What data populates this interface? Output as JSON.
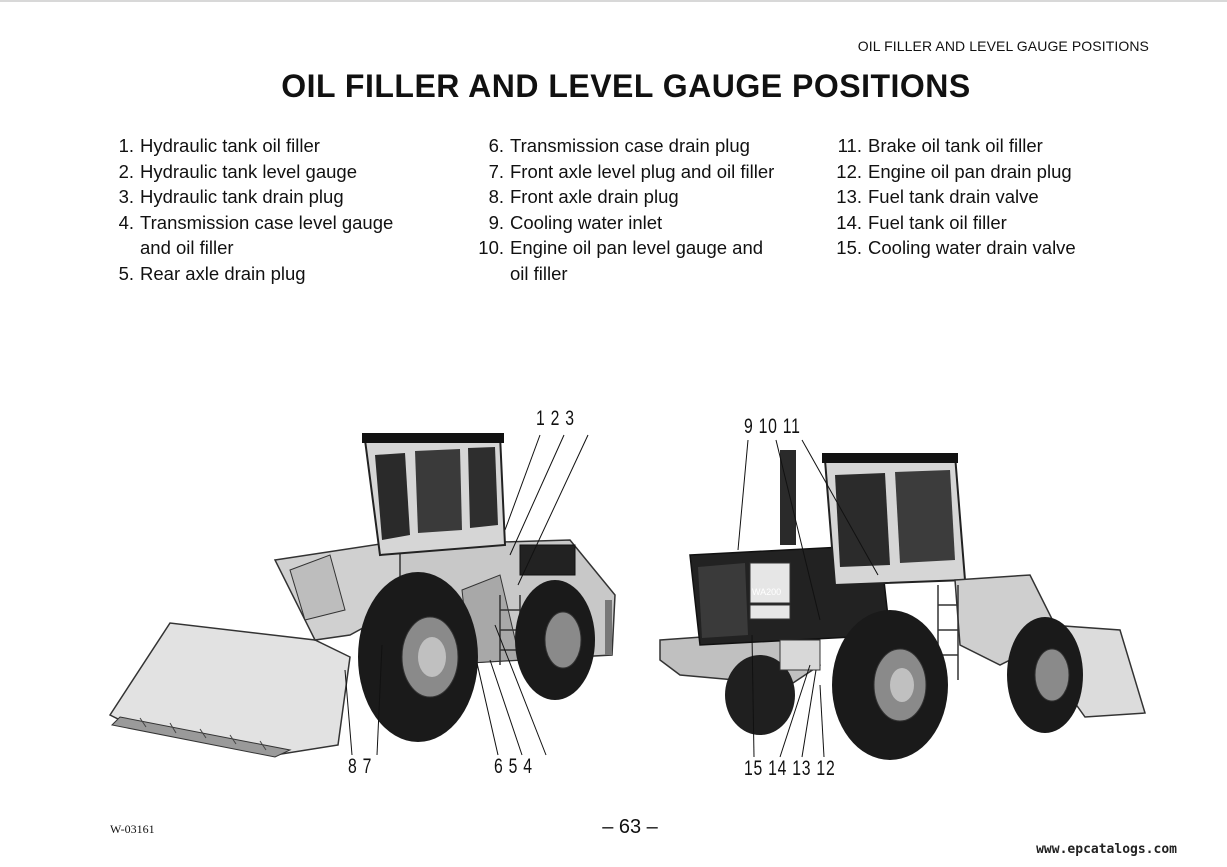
{
  "header": {
    "running_title": "OIL FILLER AND LEVEL GAUGE POSITIONS"
  },
  "title": "OIL FILLER AND LEVEL GAUGE POSITIONS",
  "legend": {
    "col1": [
      {
        "num": "1.",
        "text": "Hydraulic tank oil filler"
      },
      {
        "num": "2.",
        "text": "Hydraulic tank level gauge"
      },
      {
        "num": "3.",
        "text": "Hydraulic tank drain plug"
      },
      {
        "num": "4.",
        "text": "Transmission case level gauge"
      },
      {
        "num": "",
        "text": "and oil filler"
      },
      {
        "num": "5.",
        "text": "Rear axle drain plug"
      }
    ],
    "col2": [
      {
        "num": "6.",
        "text": "Transmission case drain plug"
      },
      {
        "num": "7.",
        "text": "Front axle level plug and oil filler"
      },
      {
        "num": "8.",
        "text": "Front axle drain plug"
      },
      {
        "num": "9.",
        "text": "Cooling water inlet"
      },
      {
        "num": "10.",
        "text": "Engine oil pan level gauge and"
      },
      {
        "num": "",
        "text": "oil filler"
      }
    ],
    "col3": [
      {
        "num": "11.",
        "text": "Brake oil tank oil filler"
      },
      {
        "num": "12.",
        "text": "Engine oil pan drain plug"
      },
      {
        "num": "13.",
        "text": "Fuel tank drain valve"
      },
      {
        "num": "14.",
        "text": "Fuel tank oil filler"
      },
      {
        "num": "15.",
        "text": "Cooling water drain valve"
      }
    ]
  },
  "figure": {
    "left_top_callouts": "1 2 3",
    "left_bottom_callouts_a": "8 7",
    "left_bottom_callouts_b": "6 5 4",
    "right_top_callouts": "9 10 11",
    "right_bottom_callouts": "15 14 13 12",
    "machine_model_badge": "WA200"
  },
  "footer": {
    "doc_code": "W-03161",
    "page_number": "– 63 –",
    "watermark": "www.epcatalogs.com"
  }
}
